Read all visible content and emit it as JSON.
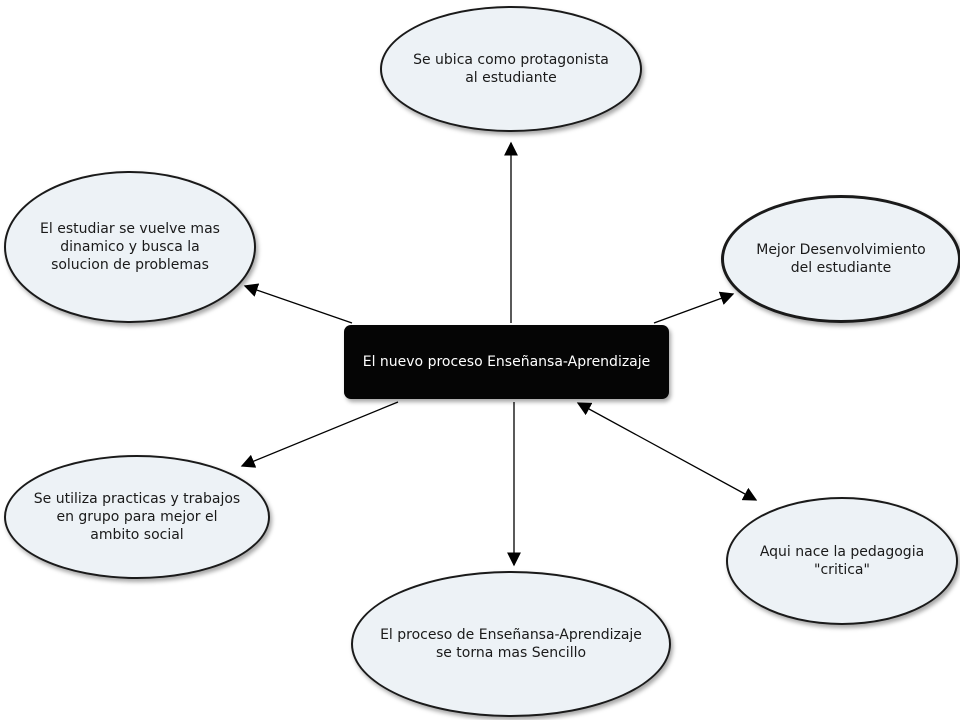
{
  "diagram": {
    "center": {
      "label": "El nuevo proceso Enseñansa-Aprendizaje"
    },
    "nodes": {
      "top": "Se ubica como protagonista\nal estudiante",
      "upper_left": "El estudiar se vuelve mas\ndinamico y busca la\nsolucion de problemas",
      "upper_right": "Mejor Desenvolvimiento\ndel estudiante",
      "lower_left": "Se utiliza practicas y trabajos\nen grupo para mejor el\nambito social",
      "lower_right": "Aqui nace la pedagogia\n\"critica\"",
      "bottom": "El proceso de Enseñansa-Aprendizaje\nse torna mas Sencillo"
    },
    "colors": {
      "center_fill": "#050505",
      "center_text": "#ffffff",
      "node_fill": "#edf2f6",
      "outline": "#1a1a1a"
    }
  }
}
